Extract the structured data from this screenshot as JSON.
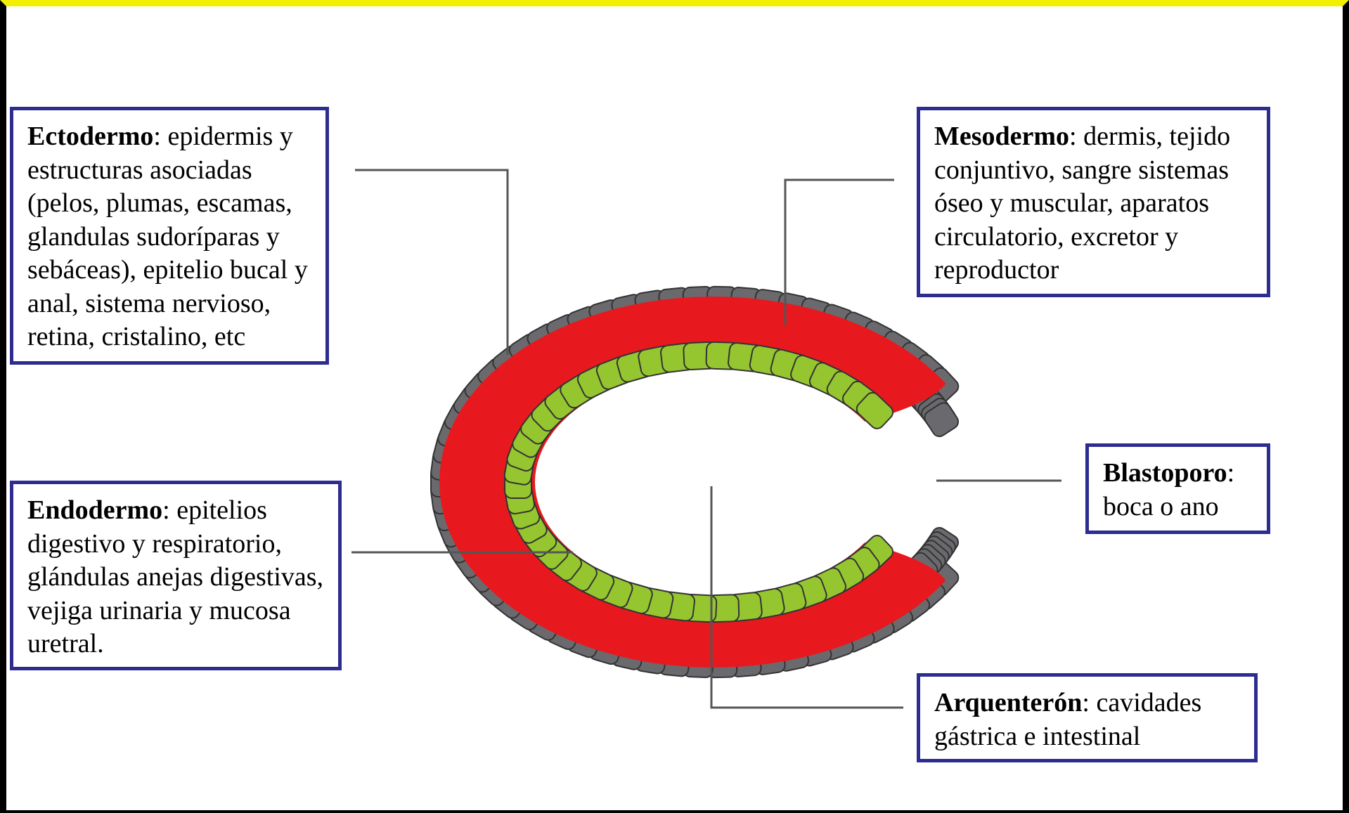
{
  "labels": {
    "ectodermo": {
      "term": "Ectodermo",
      "description": ": epidermis y estructuras asociadas (pelos, plumas, escamas, glandulas sudoríparas y sebáceas), epitelio bucal y anal, sistema nervioso, retina, cristalino, etc"
    },
    "mesodermo": {
      "term": "Mesodermo",
      "description": ": dermis, tejido conjuntivo, sangre sistemas óseo y muscular, aparatos circulatorio, excretor y reproductor"
    },
    "endodermo": {
      "term": "Endodermo",
      "description": ": epitelios digestivo y respiratorio, glándulas anejas digestivas, vejiga urinaria y mucosa uretral."
    },
    "blastoporo": {
      "term": "Blastoporo",
      "description": ": boca o ano"
    },
    "arquenteron": {
      "term": "Arquenterón",
      "description": ": cavidades gástrica e intestinal"
    }
  },
  "colors": {
    "ectoderm": "#6a6a6e",
    "mesoderm": "#e8191e",
    "endoderm": "#95c630",
    "box_border": "#2d2d91",
    "leader_line": "#555555",
    "top_border": "#f2ef00"
  }
}
